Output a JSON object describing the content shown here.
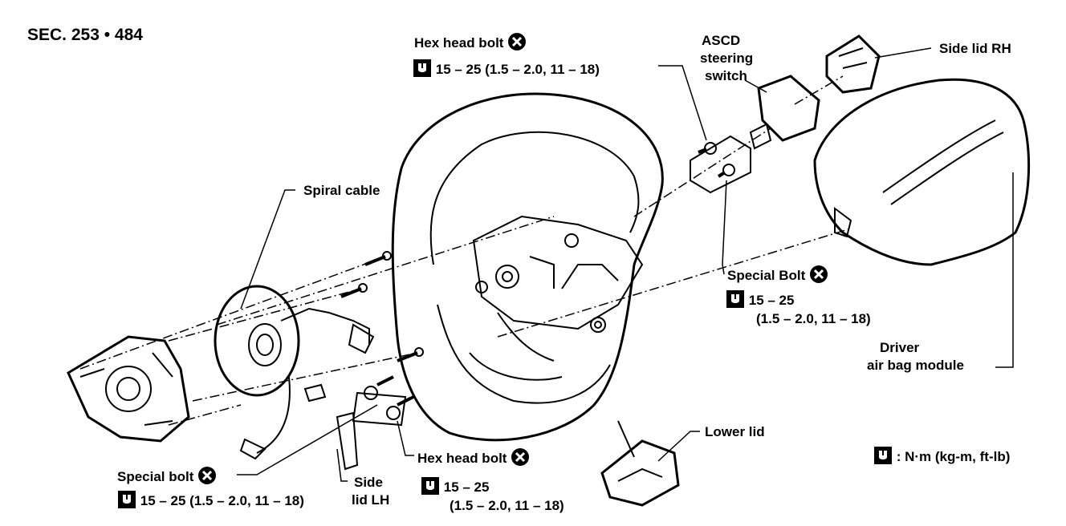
{
  "section_ref": "SEC. 253 • 484",
  "callouts": {
    "hex_bolt_top": {
      "name": "Hex head bolt",
      "torque": "15 – 25 (1.5 – 2.0, 11 – 18)"
    },
    "ascd": {
      "line1": "ASCD",
      "line2": "steering",
      "line3": "switch"
    },
    "side_lid_rh": "Side lid RH",
    "spiral_cable": "Spiral cable",
    "special_bolt_right": {
      "name": "Special Bolt",
      "torque_a": "15 – 25",
      "torque_b": "(1.5 – 2.0, 11 – 18)"
    },
    "driver_airbag": {
      "line1": "Driver",
      "line2": "air bag module"
    },
    "lower_lid": "Lower lid",
    "hex_bolt_bottom": {
      "name": "Hex head bolt",
      "torque_a": "15 – 25",
      "torque_b": "(1.5 – 2.0, 11 – 18)"
    },
    "special_bolt_left": {
      "name": "Special bolt",
      "torque": "15 – 25 (1.5 – 2.0, 11 – 18)"
    },
    "side_lid_lh": {
      "line1": "Side",
      "line2": "lid LH"
    }
  },
  "legend": {
    "torque_units": ": N·m (kg-m, ft-lb)"
  },
  "icons": {
    "wrench": "torque-wrench-icon",
    "replace": "do-not-reuse-icon"
  }
}
